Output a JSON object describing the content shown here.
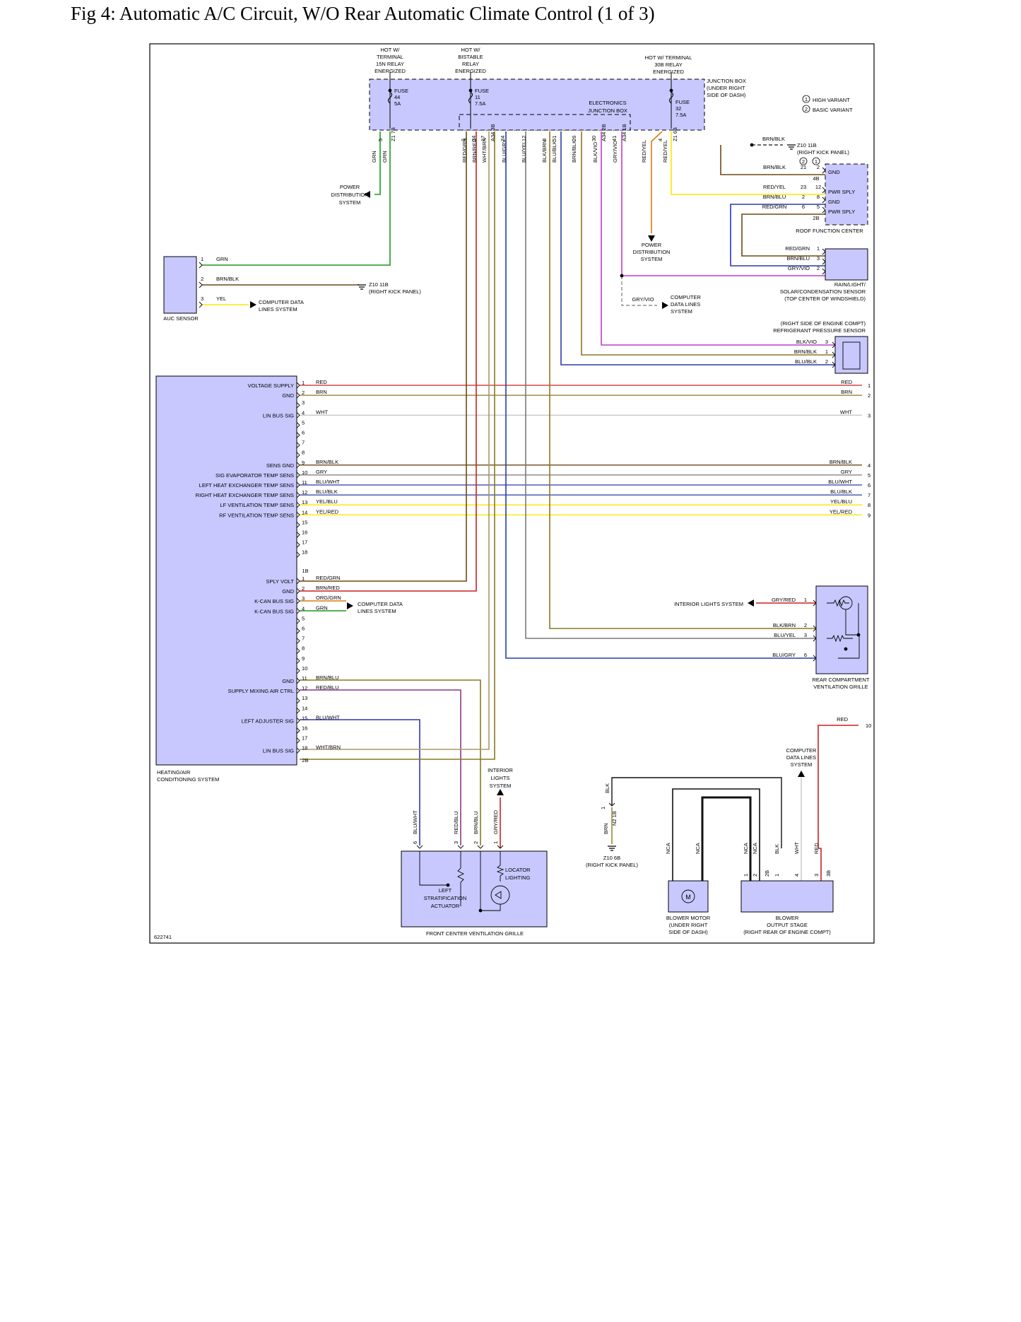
{
  "title": "Fig 4: Automatic A/C Circuit, W/O Rear Automatic Climate Control (1 of 3)",
  "diagram_id": "622741",
  "colors": {
    "module_fill": "#c8c8ff",
    "GRN": "#1a9a1a",
    "BRN": "#6b4a12",
    "RED": "#cc2020",
    "WHT": "#c8c8c8",
    "YEL": "#ffe600",
    "BLU": "#2d3aa8",
    "ORG": "#e07810",
    "VIO": "#c03cc8",
    "GRY": "#7a7a7a",
    "BLK": "#111111",
    "OLIVE": "#8a7a20",
    "TAN": "#a89868",
    "PURPLE": "#8a3a8a"
  },
  "top_labels": {
    "hot_15n": [
      "HOT W/",
      "TERMINAL",
      "15N RELAY",
      "ENERGIZED"
    ],
    "hot_bistable": [
      "HOT W/",
      "BISTABLE",
      "RELAY",
      "ENERGIZED"
    ],
    "hot_30b": [
      "HOT W/ TERMINAL",
      "30B RELAY",
      "ENERGIZED"
    ],
    "junction_box": [
      "JUNCTION BOX",
      "(UNDER RIGHT",
      "SIDE OF DASH)"
    ],
    "ejb": [
      "ELECTRONICS",
      "JUNCTION BOX"
    ],
    "fuse44": [
      "FUSE",
      "44",
      "5A"
    ],
    "fuse11": [
      "FUSE",
      "11",
      "7.5A"
    ],
    "fuse32": [
      "FUSE",
      "32",
      "7.5A"
    ],
    "variant_high": "HIGH VARIANT",
    "variant_basic": "BASIC VARIANT",
    "variant_1": "1",
    "variant_2": "2"
  },
  "jb_pins": [
    "5",
    "Z1 7B",
    "1",
    "24",
    "17",
    "A34 3B",
    "24",
    "12",
    "8",
    "51",
    "26",
    "30",
    "A34 2B",
    "41",
    "A34 1B",
    "4",
    "Z1 6B"
  ],
  "jb_wires": [
    "GRN",
    "GRN",
    "RED/GRN",
    "BRN/RED",
    "WHT/BRN",
    "BLU/GRY",
    "BLU/YEL",
    "BLK/BRN",
    "BLU/BLK",
    "BRN/BLK",
    "BLK/VIO",
    "GRY/VIO",
    "RED/YEL",
    "RED/YEL"
  ],
  "power_dist_left": [
    "POWER",
    "DISTRIBUTION",
    "SYSTEM"
  ],
  "power_dist_right": [
    "POWER",
    "DISTRIBUTION",
    "SYSTEM"
  ],
  "computer_data_a": [
    "COMPUTER DATA",
    "LINES SYSTEM"
  ],
  "computer_data_b": [
    "COMPUTER",
    "DATA LINES",
    "SYSTEM"
  ],
  "computer_data_c": [
    "COMPUTER DATA",
    "LINES SYSTEM"
  ],
  "computer_data_d": [
    "COMPUTER",
    "DATA LINES",
    "SYSTEM"
  ],
  "interior_lights_top": [
    "INTERIOR",
    "LIGHTS",
    "SYSTEM"
  ],
  "interior_lights_right": "INTERIOR LIGHTS SYSTEM",
  "auc": {
    "name": "AUC SENSOR",
    "pins": [
      {
        "pin": "1",
        "wire": "GRN"
      },
      {
        "pin": "2",
        "wire": "BRN/BLK"
      },
      {
        "pin": "3",
        "wire": "YEL"
      }
    ],
    "ground": [
      "Z10 11B",
      "(RIGHT KICK PANEL)"
    ]
  },
  "roof": {
    "name": "ROOF FUNCTION CENTER",
    "ground": [
      "Z10 11B",
      "(RIGHT KICK PANEL)"
    ],
    "gnd_wire": "BRN/BLK",
    "variant_cols": [
      "2",
      "1"
    ],
    "rows": [
      {
        "wire": "BRN/BLK",
        "p2": "21",
        "p1": "2",
        "label": "GND"
      },
      {
        "wire": "RED/YEL",
        "p2": "23",
        "p1": "12",
        "label": "PWR SPLY"
      },
      {
        "wire": "BRN/BLU",
        "p2": "2",
        "p1": "8",
        "label": "GND"
      },
      {
        "wire": "RED/GRN",
        "p2": "6",
        "p1": "5",
        "label": "PWR SPLY"
      }
    ],
    "conn_a": "4B",
    "conn_b": "2B"
  },
  "rain": {
    "name": [
      "RAIN/LIGHT/",
      "SOLAR/CONDENSATION SENSOR",
      "(TOP CENTER OF WINDSHIELD)"
    ],
    "pins": [
      {
        "wire": "RED/GRN",
        "pin": "1"
      },
      {
        "wire": "BRN/BLU",
        "pin": "3"
      },
      {
        "wire": "GRY/VIO",
        "pin": "2"
      }
    ],
    "gryvio_label": "GRY/VIO"
  },
  "refrig": {
    "name": [
      "(RIGHT SIDE OF ENGINE COMPT)",
      "REFRIGERANT PRESSURE SENSOR"
    ],
    "pins": [
      {
        "wire": "BLK/VIO",
        "pin": "3"
      },
      {
        "wire": "BRN/BLK",
        "pin": "1"
      },
      {
        "wire": "BLU/BLK",
        "pin": "2"
      }
    ]
  },
  "hvac": {
    "name": [
      "HEATING/AIR",
      "CONDITIONING SYSTEM"
    ],
    "conn_a_rows": [
      {
        "pin": "1",
        "label": "VOLTAGE SUPPLY",
        "wire": "RED",
        "rpin": "1"
      },
      {
        "pin": "2",
        "label": "GND",
        "wire": "BRN",
        "rpin": "2"
      },
      {
        "pin": "3",
        "label": "",
        "wire": "",
        "rpin": ""
      },
      {
        "pin": "4",
        "label": "LIN BUS SIG",
        "wire": "WHT",
        "rpin": "3"
      },
      {
        "pin": "5",
        "label": "",
        "wire": "",
        "rpin": ""
      },
      {
        "pin": "6",
        "label": "",
        "wire": "",
        "rpin": ""
      },
      {
        "pin": "7",
        "label": "",
        "wire": "",
        "rpin": ""
      },
      {
        "pin": "8",
        "label": "",
        "wire": "",
        "rpin": ""
      },
      {
        "pin": "9",
        "label": "SENS GND",
        "wire": "BRN/BLK",
        "rpin": "4"
      },
      {
        "pin": "10",
        "label": "SIG EVAPORATOR TEMP SENS",
        "wire": "GRY",
        "rpin": "5"
      },
      {
        "pin": "11",
        "label": "LEFT HEAT EXCHANGER TEMP SENS",
        "wire": "BLU/WHT",
        "rpin": "6"
      },
      {
        "pin": "12",
        "label": "RIGHT HEAT EXCHANGER TEMP SENS",
        "wire": "BLU/BLK",
        "rpin": "7"
      },
      {
        "pin": "13",
        "label": "LF VENTILATION TEMP SENS",
        "wire": "YEL/BLU",
        "rpin": "8"
      },
      {
        "pin": "14",
        "label": "RF VENTILATION TEMP SENS",
        "wire": "YEL/RED",
        "rpin": "9"
      },
      {
        "pin": "15",
        "label": "",
        "wire": "",
        "rpin": ""
      },
      {
        "pin": "16",
        "label": "",
        "wire": "",
        "rpin": ""
      },
      {
        "pin": "17",
        "label": "",
        "wire": "",
        "rpin": ""
      },
      {
        "pin": "18",
        "label": "",
        "wire": "",
        "rpin": ""
      }
    ],
    "conn_a_name": "1B",
    "conn_b_rows": [
      {
        "pin": "1",
        "label": "SPLY VOLT",
        "wire": "RED/GRN"
      },
      {
        "pin": "2",
        "label": "GND",
        "wire": "BRN/RED"
      },
      {
        "pin": "3",
        "label": "K-CAN BUS SIG",
        "wire": "ORG/GRN"
      },
      {
        "pin": "4",
        "label": "K-CAN BUS SIG",
        "wire": "GRN"
      },
      {
        "pin": "5",
        "label": "",
        "wire": ""
      },
      {
        "pin": "6",
        "label": "",
        "wire": ""
      },
      {
        "pin": "7",
        "label": "",
        "wire": ""
      },
      {
        "pin": "8",
        "label": "",
        "wire": ""
      },
      {
        "pin": "9",
        "label": "",
        "wire": ""
      },
      {
        "pin": "10",
        "label": "",
        "wire": ""
      },
      {
        "pin": "11",
        "label": "GND",
        "wire": "BRN/BLU"
      },
      {
        "pin": "12",
        "label": "SUPPLY MIXING AIR CTRL",
        "wire": "RED/BLU"
      },
      {
        "pin": "13",
        "label": "",
        "wire": ""
      },
      {
        "pin": "14",
        "label": "",
        "wire": ""
      },
      {
        "pin": "15",
        "label": "LEFT ADJUSTER SIG",
        "wire": "BLU/WHT"
      },
      {
        "pin": "16",
        "label": "",
        "wire": ""
      },
      {
        "pin": "17",
        "label": "",
        "wire": ""
      },
      {
        "pin": "18",
        "label": "LIN BUS SIG",
        "wire": "WHT/BRN"
      }
    ],
    "conn_b_name": "2B"
  },
  "right_end_labels": {
    "red_top": "RED",
    "red_10": "RED",
    "pin10": "10"
  },
  "rear_grille": {
    "name": [
      "REAR COMPARTMENT",
      "VENTILATION GRILLE"
    ],
    "pins": [
      {
        "wire": "GRY/RED",
        "pin": "1"
      },
      {
        "wire": "BLK/BRN",
        "pin": "2"
      },
      {
        "wire": "BLU/YEL",
        "pin": "3"
      },
      {
        "wire": "BLU/GRY",
        "pin": "6"
      }
    ]
  },
  "front_grille": {
    "name": "FRONT CENTER VENTILATION GRILLE",
    "pins": [
      {
        "pin": "6",
        "wire": "BLU/WHT"
      },
      {
        "pin": "3",
        "wire": "RED/BLU"
      },
      {
        "pin": "2",
        "wire": "BRN/BLU"
      },
      {
        "pin": "1",
        "wire": "GRY/RED"
      }
    ],
    "actuator": [
      "LEFT",
      "STRATIFICATION",
      "ACTUATOR"
    ],
    "locator": [
      "LOCATOR",
      "LIGHTING"
    ]
  },
  "ground_z10_6b": {
    "wire_top": "BLK",
    "wire_bottom": "BRN",
    "pin": "1",
    "conn": "N2 1B",
    "label": [
      "Z10 6B",
      "(RIGHT KICK PANEL)"
    ]
  },
  "blower_motor": {
    "name": [
      "BLOWER MOTOR",
      "(UNDER RIGHT",
      "SIDE OF DASH)"
    ],
    "wires": [
      "NCA",
      "NCA"
    ],
    "symbol": "M"
  },
  "blower_stage": {
    "name": [
      "BLOWER",
      "OUTPUT STAGE",
      "(RIGHT REAR OF ENGINE COMPT)"
    ],
    "wires": [
      "NCA",
      "NCA",
      "BLK",
      "WHT",
      "RED"
    ],
    "pins": [
      "1",
      "2",
      "2B",
      "1",
      "4",
      "3",
      "3B"
    ]
  }
}
